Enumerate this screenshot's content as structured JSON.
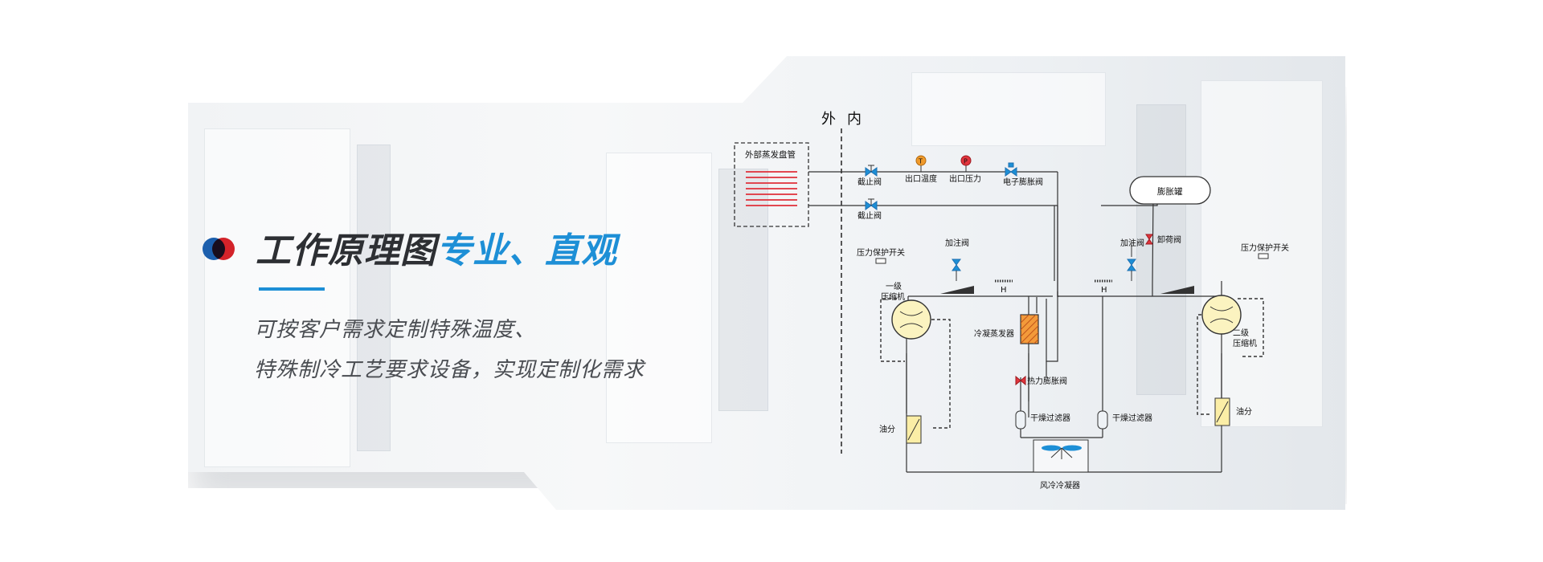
{
  "headline": {
    "part1": "工作原理图",
    "part2": "专业、直观"
  },
  "description": {
    "line1": "可按客户需求定制特殊温度、",
    "line2": "特殊制冷工艺要求设备，实现定制化需求"
  },
  "diagram": {
    "outside_label": "外",
    "inside_label": "内",
    "external_coil": "外部蒸发盘管",
    "stop_valve": "截止阀",
    "outlet_temp": "出口温度",
    "outlet_pressure": "出口压力",
    "electronic_expansion_valve": "电子膨胀阀",
    "temp_symbol": "T",
    "pressure_symbol": "P",
    "expansion_tank": "膨胀罐",
    "charging_valve": "加注阀",
    "relief_valve": "卸荷阀",
    "pressure_switch": "压力保护开关",
    "stage1_compressor_a": "一级",
    "stage1_compressor_b": "压缩机",
    "stage2_compressor_a": "二级",
    "stage2_compressor_b": "压缩机",
    "cascade_evaporator": "冷凝蒸发器",
    "thermal_expansion_valve": "热力膨胀阀",
    "dryer_filter": "干燥过滤器",
    "oil_separator": "油分",
    "air_cooled_condenser": "风冷冷凝器",
    "h_mark": "H"
  },
  "colors": {
    "accent": "#1d8fd6",
    "brand_blue": "#1c5fad",
    "brand_red": "#d8232a",
    "title_dark": "#2d2f33"
  }
}
